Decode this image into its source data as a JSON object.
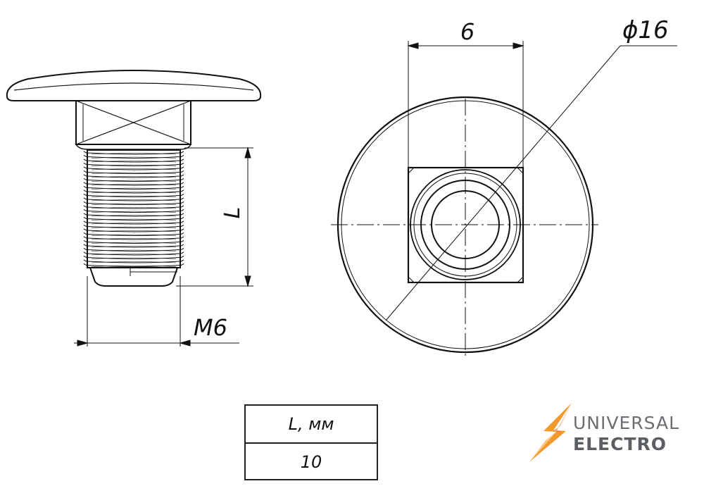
{
  "drawing": {
    "label_length": "L",
    "label_thread": "M6",
    "label_square": "6",
    "label_diameter": "ϕ16"
  },
  "table": {
    "header": "L, мм",
    "value": "10"
  },
  "logo": {
    "line1": "UNIVERSAL",
    "line2": "ELECTRO",
    "colors": {
      "bolt": "#f39a2e",
      "bolt_dark": "#e8672a",
      "text": "#6b6e72"
    }
  }
}
